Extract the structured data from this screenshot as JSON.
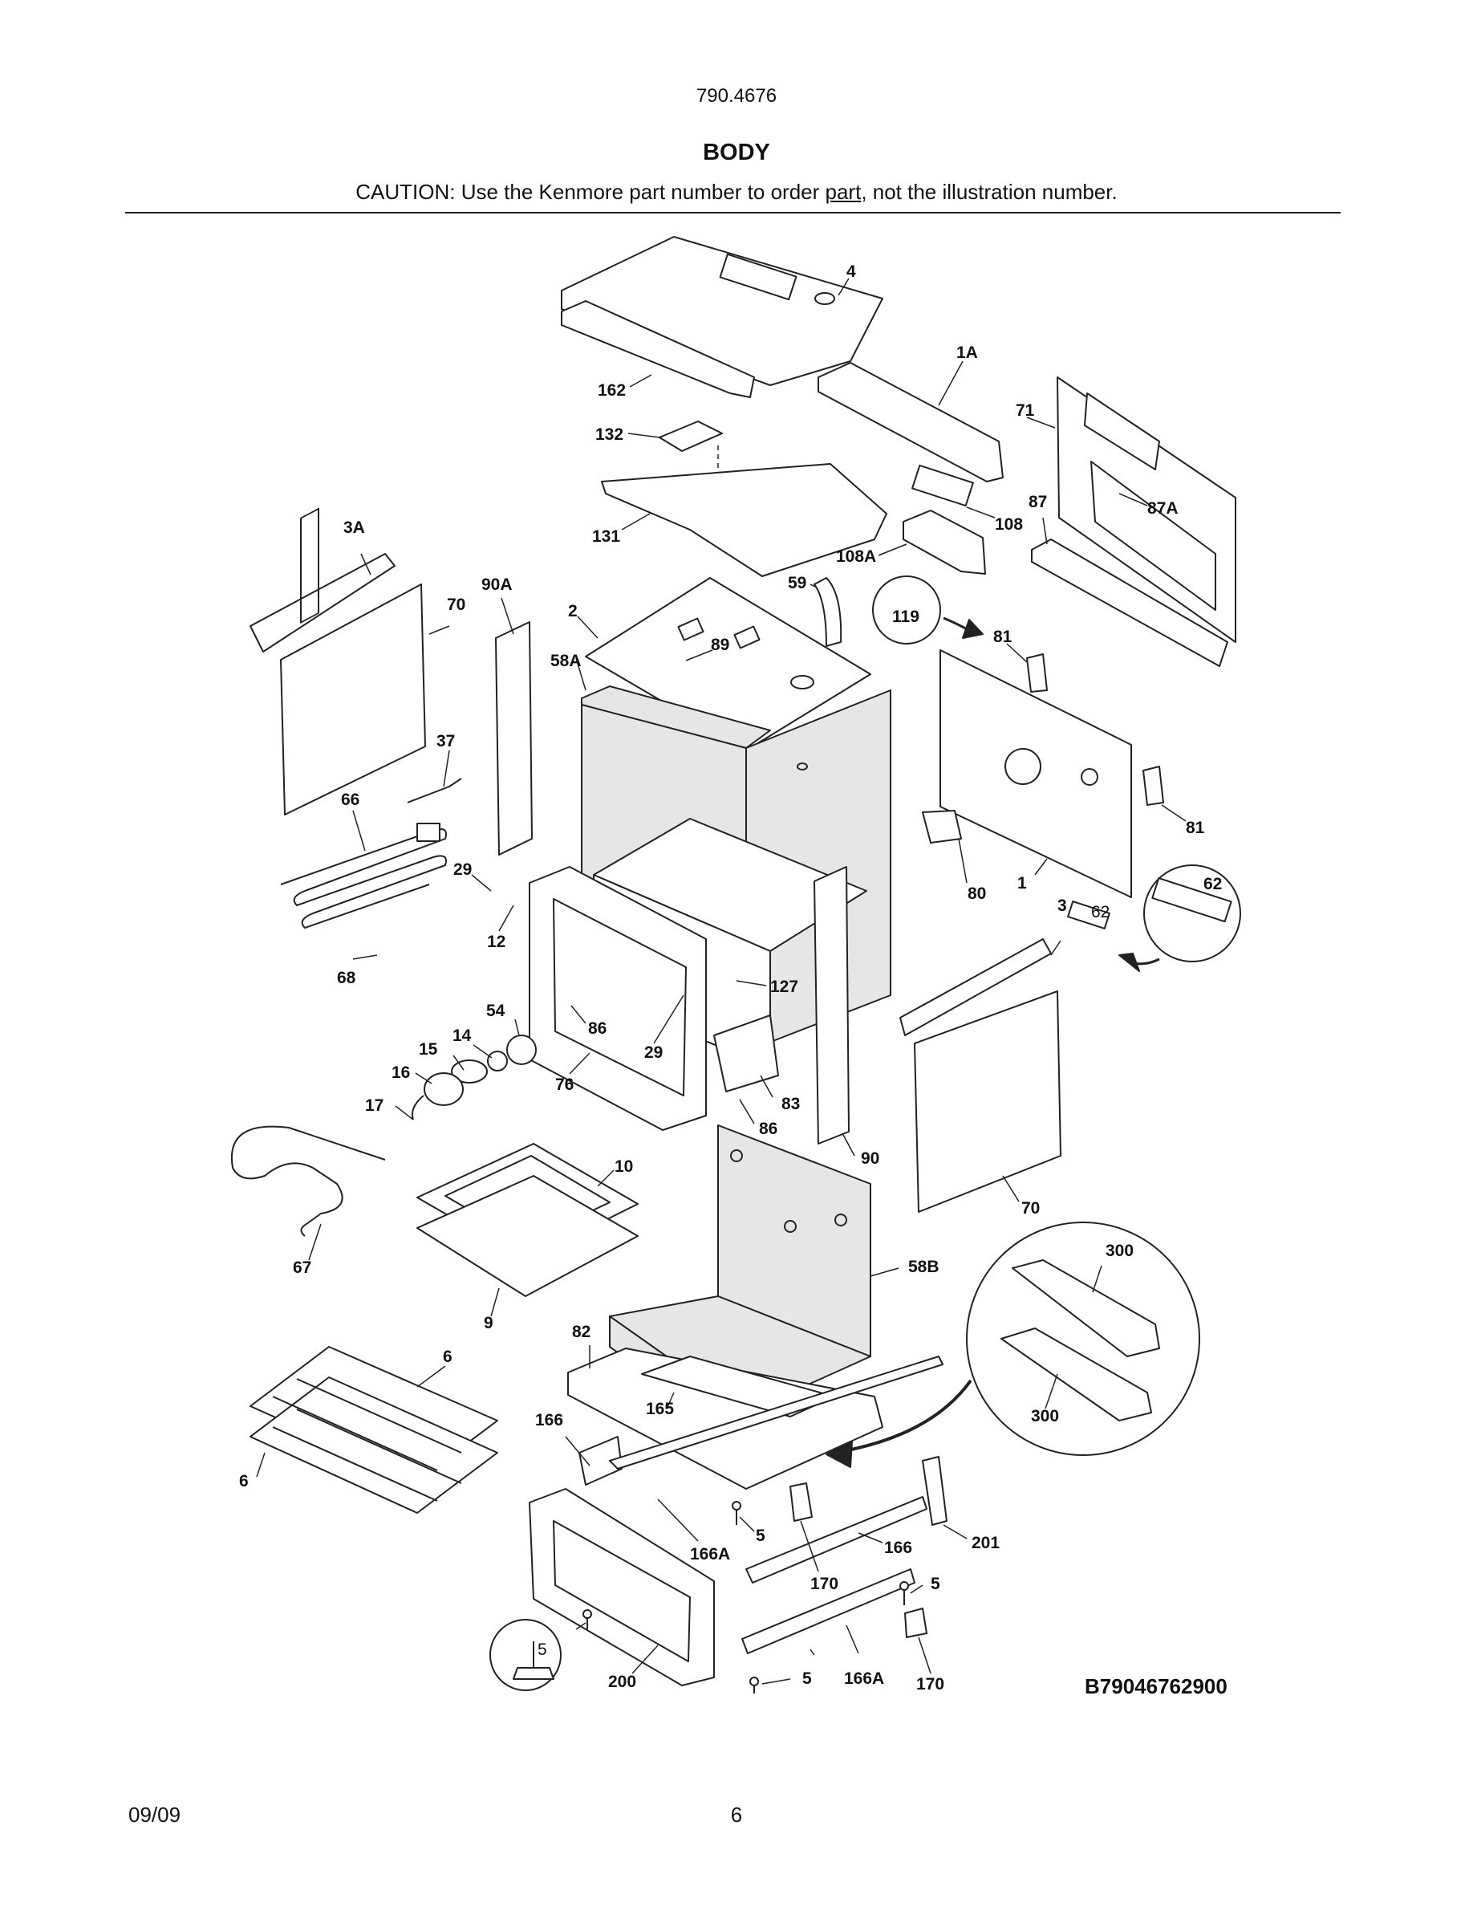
{
  "header": {
    "model_number": "790.4676",
    "title": "BODY",
    "caution_prefix": "CAUTION: Use the Kenmore part number to order ",
    "caution_link": "part",
    "caution_suffix": ", not the illustration number."
  },
  "diagram": {
    "drawing_code": "B79046762900",
    "callouts": {
      "c4": "4",
      "c1A": "1A",
      "c162": "162",
      "c132": "132",
      "c71": "71",
      "c131": "131",
      "c108": "108",
      "c87": "87",
      "c87A": "87A",
      "c108A": "108A",
      "c3A": "3A",
      "c90A": "90A",
      "c70a": "70",
      "c2": "2",
      "c59": "59",
      "c119": "119",
      "c81a": "81",
      "c89": "89",
      "c58A": "58A",
      "c37": "37",
      "c66": "66",
      "c81b": "81",
      "c29a": "29",
      "c62a": "62",
      "c62b": "62",
      "c80": "80",
      "c1": "1",
      "c3": "3",
      "c12": "12",
      "c68": "68",
      "c127": "127",
      "c54": "54",
      "c86a": "86",
      "c14": "14",
      "c15": "15",
      "c29b": "29",
      "c16": "16",
      "c76": "76",
      "c83": "83",
      "c17": "17",
      "c86b": "86",
      "c90": "90",
      "c10": "10",
      "c70b": "70",
      "c300a": "300",
      "c58B": "58B",
      "c67": "67",
      "c9": "9",
      "c300b": "300",
      "c82": "82",
      "c6a": "6",
      "c166a": "166",
      "c165": "165",
      "c6b": "6",
      "c5a": "5",
      "c166b": "166",
      "c201": "201",
      "c166Aa": "166A",
      "c170a": "170",
      "c5b": "5",
      "c5c": "5",
      "c200": "200",
      "c5d": "5",
      "c166Ab": "166A",
      "c170b": "170"
    }
  },
  "footer": {
    "date": "09/09",
    "page_number": "6"
  }
}
